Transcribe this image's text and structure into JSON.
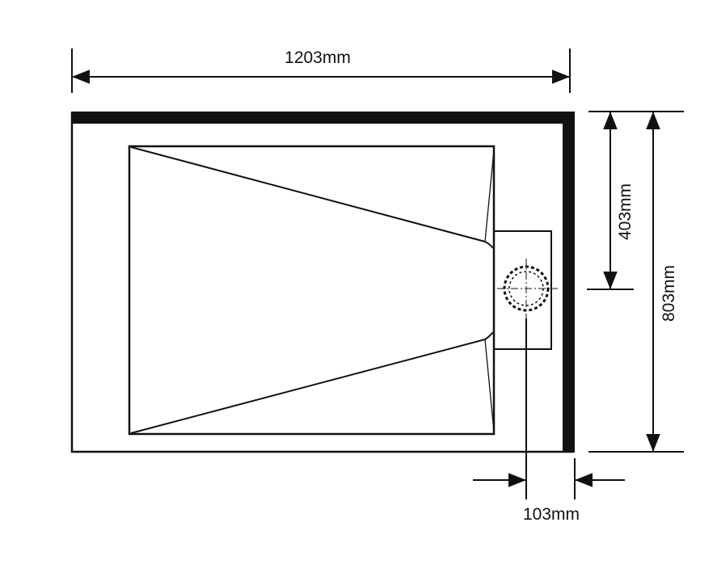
{
  "diagram": {
    "dimensions": {
      "width_label": "1203mm",
      "depth_label": "803mm",
      "waste_from_back_label": "403mm",
      "waste_from_side_label": "103mm"
    }
  },
  "colors": {
    "line": "#111111",
    "background": "#ffffff"
  }
}
